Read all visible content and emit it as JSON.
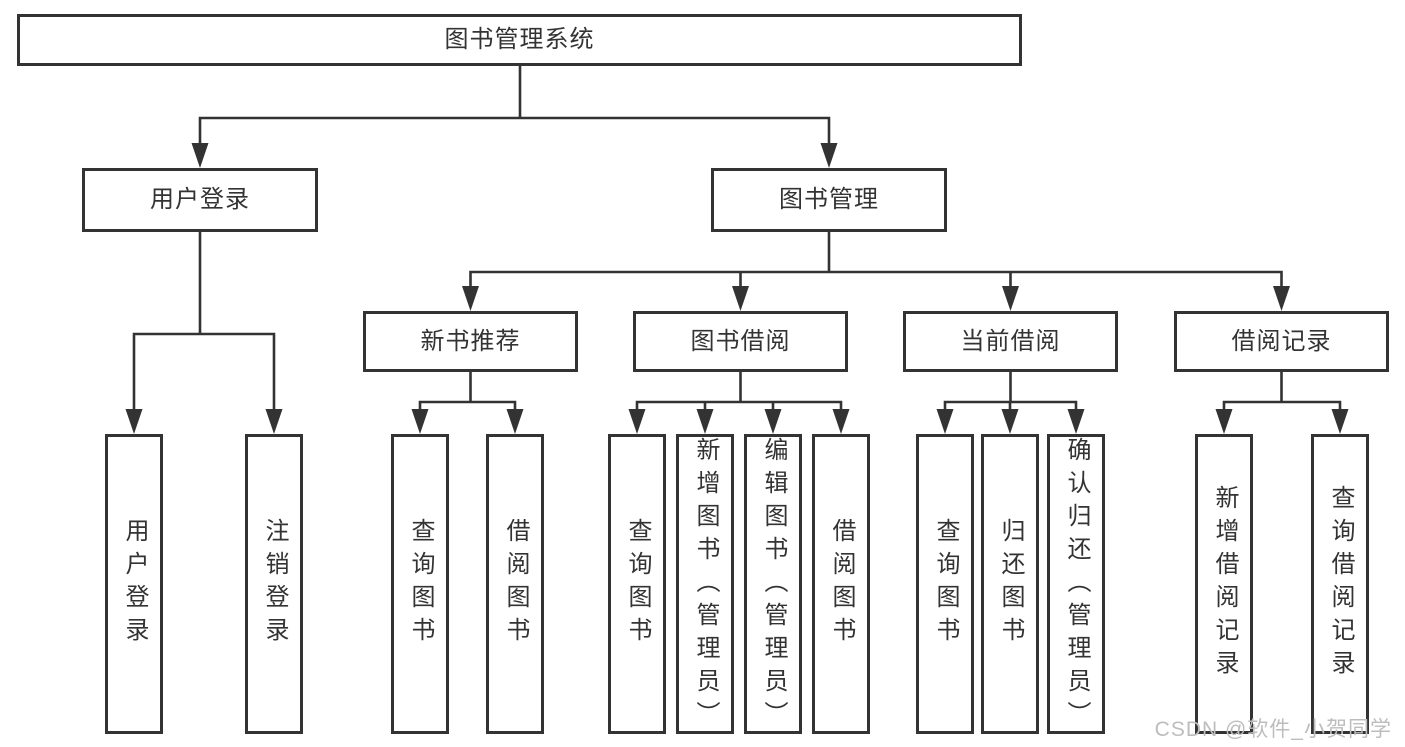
{
  "colors": {
    "background": "#ffffff",
    "line": "#333333",
    "text": "#333333",
    "watermark": "#bdbdbd"
  },
  "tree": {
    "root": "图书管理系统",
    "level2": {
      "user_login": "用户登录",
      "book_management": "图书管理"
    },
    "level3": {
      "new_books": "新书推荐",
      "book_borrowing": "图书借阅",
      "current_borrowing": "当前借阅",
      "borrowing_records": "借阅记录"
    },
    "leaves": {
      "user_login": [
        "用户登录",
        "注销登录"
      ],
      "new_books": [
        "查询图书",
        "借阅图书"
      ],
      "book_borrowing": [
        "查询图书",
        "新增图书（管理员）",
        "编辑图书（管理员）",
        "借阅图书"
      ],
      "current_borrowing": [
        "查询图书",
        "归还图书",
        "确认归还（管理员）"
      ],
      "borrowing_records": [
        "新增借阅记录",
        "查询借阅记录"
      ]
    }
  },
  "watermark": "CSDN @软件_小贺同学"
}
